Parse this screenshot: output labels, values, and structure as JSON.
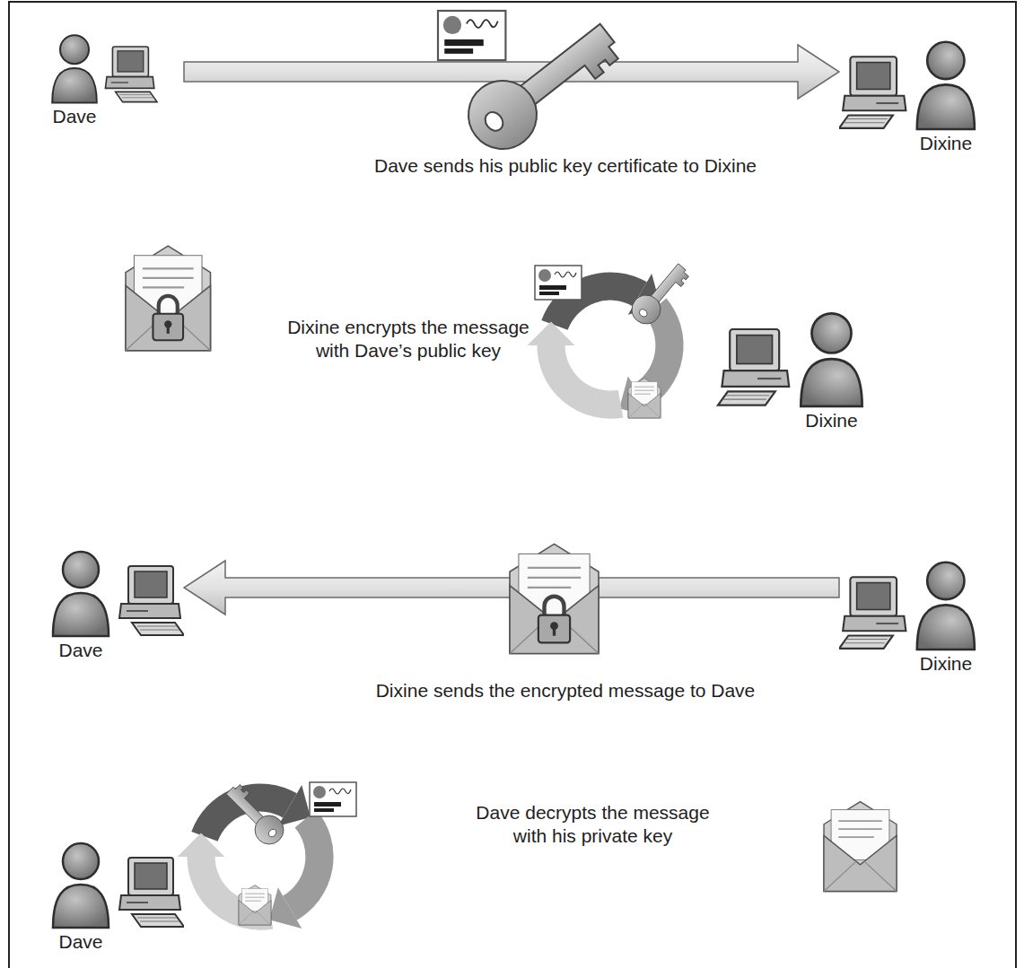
{
  "diagram": {
    "nodes": [
      {
        "text": [
          "Dave"
        ]
      },
      {
        "text": [
          "Dixine"
        ]
      },
      {
        "text": [
          "Dixine"
        ]
      },
      {
        "text": [
          "Dave"
        ]
      },
      {
        "text": [
          "Dixine"
        ]
      },
      {
        "text": [
          "Dave"
        ]
      }
    ],
    "edges": [
      {
        "from": 0,
        "to": 1,
        "arrow": "to"
      },
      {
        "from": 4,
        "to": 3,
        "arrow": "to"
      }
    ],
    "labels": [
      "Dave sends his public key certificate to Dixine",
      "Dixine encrypts the message with Dave’s public key",
      "Dixine sends the encrypted message to Dave",
      "Dave decrypts the message with his private key"
    ]
  }
}
